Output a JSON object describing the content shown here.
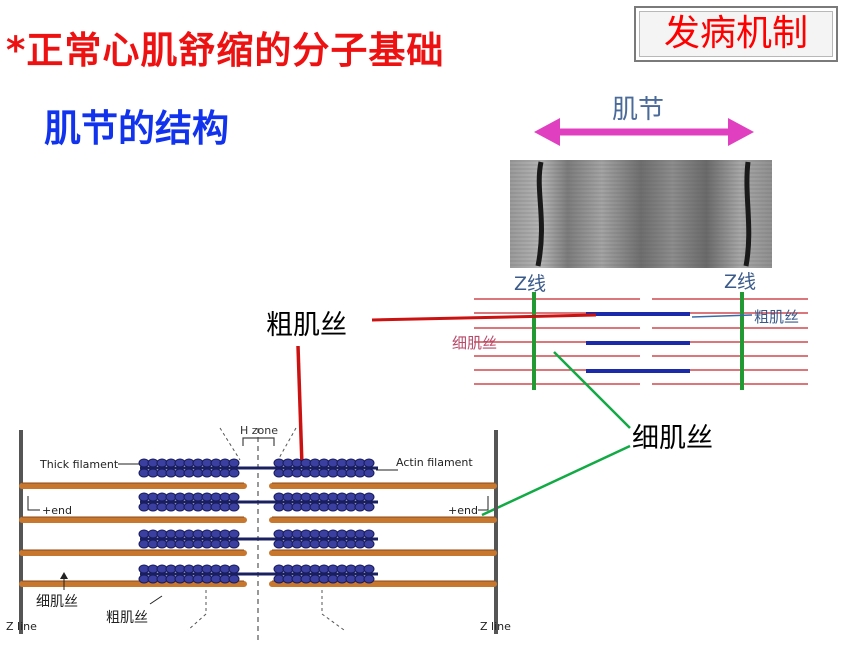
{
  "title": "*正常心肌舒缩的分子基础",
  "subtitle": "肌节的结构",
  "badge": "发病机制",
  "callouts": {
    "thick": "粗肌丝",
    "thin": "细肌丝"
  },
  "top_diagram": {
    "sarcomere_label": "肌节",
    "z_line_left": "Z线",
    "z_line_right": "Z线",
    "thick_label": "粗肌丝",
    "thin_label": "细肌丝"
  },
  "bottom_diagram": {
    "h_zone": "H zone",
    "thick_filament": "Thick filament",
    "actin_filament": "Actin filament",
    "plus_end_left": "+end",
    "plus_end_right": "+end",
    "thin_cn": "细肌丝",
    "thick_cn": "粗肌丝",
    "z_line_left": "Z line",
    "z_line_right": "Z line"
  },
  "colors": {
    "title": "#ee1111",
    "subtitle": "#1133ee",
    "thick_callout_line": "#cc1111",
    "thin_callout_line": "#11aa44"
  }
}
